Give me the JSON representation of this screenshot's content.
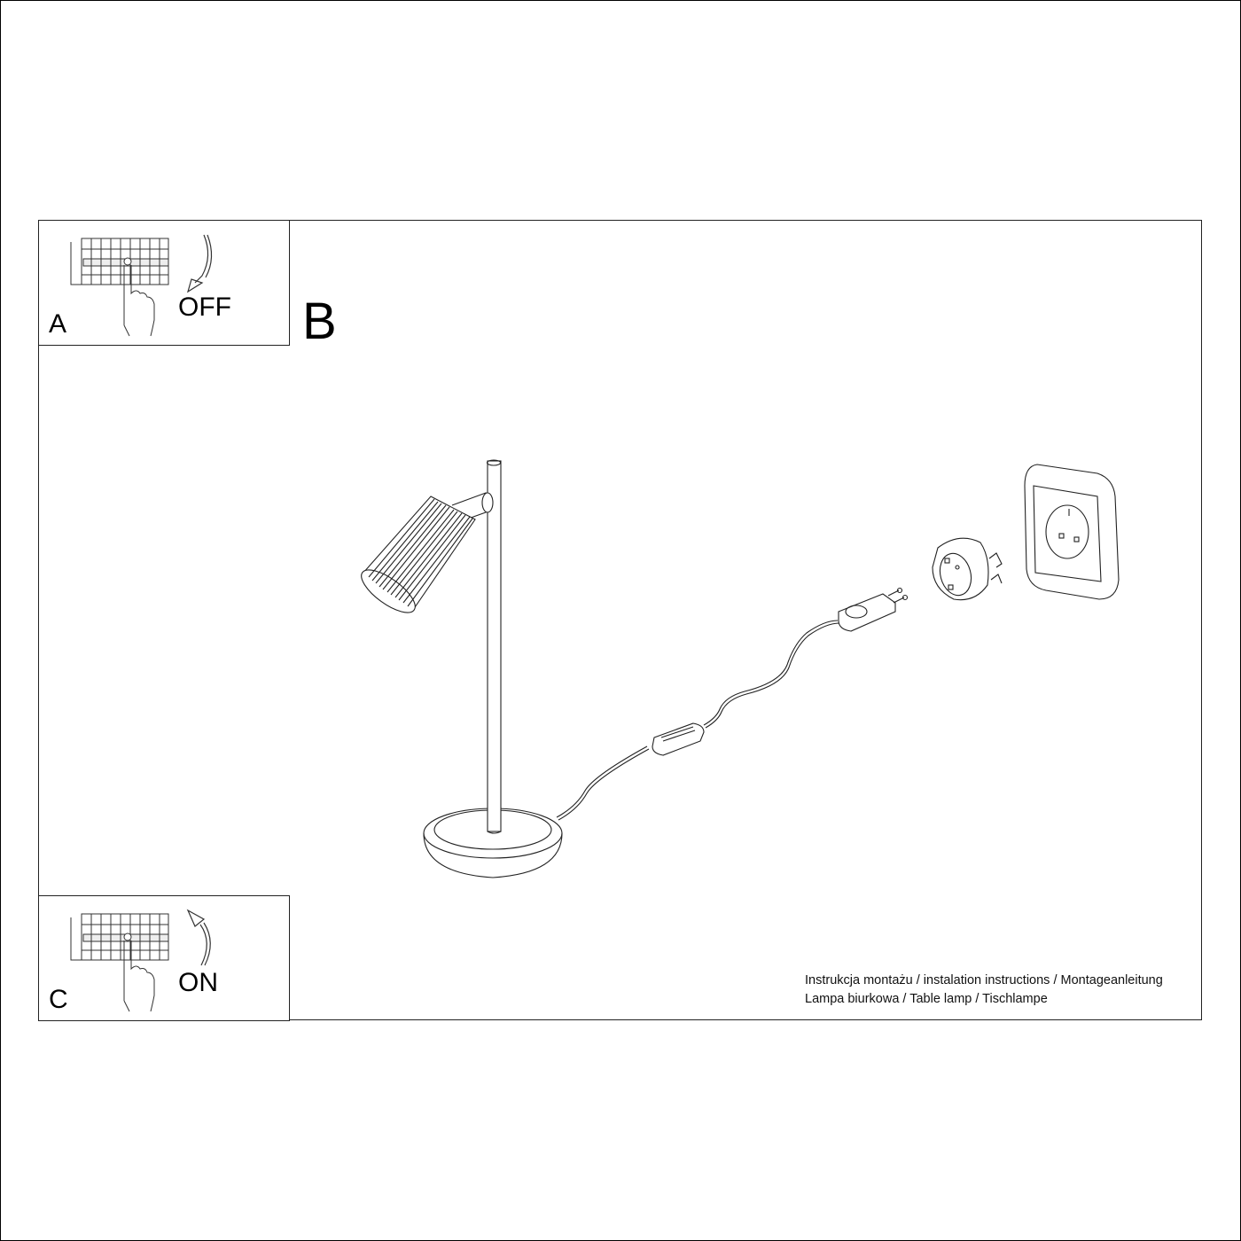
{
  "document": {
    "type": "assembly instruction sheet",
    "product": "Table lamp"
  },
  "panels": {
    "a": {
      "letter": "A",
      "state": "OFF",
      "arrow": "down"
    },
    "b": {
      "letter": "B"
    },
    "c": {
      "letter": "C",
      "state": "ON",
      "arrow": "up"
    }
  },
  "caption": {
    "line1": "Instrukcja montażu / instalation instructions / Montageanleitung",
    "line2": "Lampa biurkowa / Table lamp / Tischlampe"
  },
  "illustration": {
    "parts": [
      "lamp-shade",
      "lamp-pole",
      "lamp-base",
      "inline-switch",
      "power-plug",
      "plug-adapter",
      "wall-socket"
    ]
  },
  "icons": {
    "breaker": "circuit-breaker-icon",
    "hand": "hand-icon",
    "arrow_off": "arrow-down-curved-icon",
    "arrow_on": "arrow-up-curved-icon"
  },
  "colors": {
    "line": "#222222",
    "background": "#ffffff"
  }
}
